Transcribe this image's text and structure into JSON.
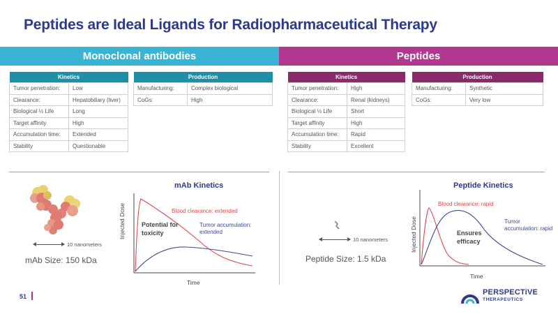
{
  "title": "Peptides are Ideal Ligands for Radiopharmaceutical Therapy",
  "left": {
    "header": "Monoclonal antibodies",
    "kinetics": {
      "title": "Kinetics",
      "rows": [
        [
          "Tumor penetration:",
          "Low"
        ],
        [
          "Clearance:",
          "Hepatobiliary (liver)"
        ],
        [
          "Biological ½ Life",
          "Long"
        ],
        [
          "Target affinity",
          "High"
        ],
        [
          "Accumulation time:",
          "Extended"
        ],
        [
          "Stability",
          "Questionable"
        ]
      ]
    },
    "production": {
      "title": "Production",
      "rows": [
        [
          "Manufacturing:",
          "Complex biological"
        ],
        [
          "CoGs:",
          "High"
        ]
      ]
    },
    "chart": {
      "title": "mAb Kinetics",
      "ylabel": "Injected Dose",
      "xlabel": "Time",
      "blood_label": "Blood clearance: extended",
      "tumor_label": "Tumor accumulation: extended",
      "annotation": "Potential for toxicity"
    },
    "scale_label": "10 nanometers",
    "size_label": "mAb Size: 150 kDa"
  },
  "right": {
    "header": "Peptides",
    "kinetics": {
      "title": "Kinetics",
      "rows": [
        [
          "Tumor penetration:",
          "High"
        ],
        [
          "Clearance:",
          "Renal (kidneys)"
        ],
        [
          "Biological ½ Life",
          "Short"
        ],
        [
          "Target affinity",
          "High"
        ],
        [
          "Accumulation time:",
          "Rapid"
        ],
        [
          "Stability",
          "Excellent"
        ]
      ]
    },
    "production": {
      "title": "Production",
      "rows": [
        [
          "Manufacturing:",
          "Synthetic"
        ],
        [
          "CoGs:",
          "Very low"
        ]
      ]
    },
    "chart": {
      "title": "Peptide Kinetics",
      "ylabel": "Injected Dose",
      "xlabel": "Time",
      "blood_label": "Blood clearance: rapid",
      "tumor_label": "Tumor accumulation: rapid",
      "annotation": "Ensures efficacy"
    },
    "scale_label": "10 nanometers",
    "size_label": "Peptide Size: 1.5 kDa"
  },
  "footer": {
    "page_number": "51",
    "company": "PERSPECTiVE",
    "company_sub": "THERAPEUTICS"
  },
  "colors": {
    "title": "#2b3a8f",
    "mab_band": "#3ab4d4",
    "mab_table_header": "#1d8fa6",
    "peptide_band": "#b0388f",
    "peptide_table_header": "#8a2a6b",
    "blood_curve": "#e0474c",
    "tumor_curve": "#3d4a8c"
  }
}
